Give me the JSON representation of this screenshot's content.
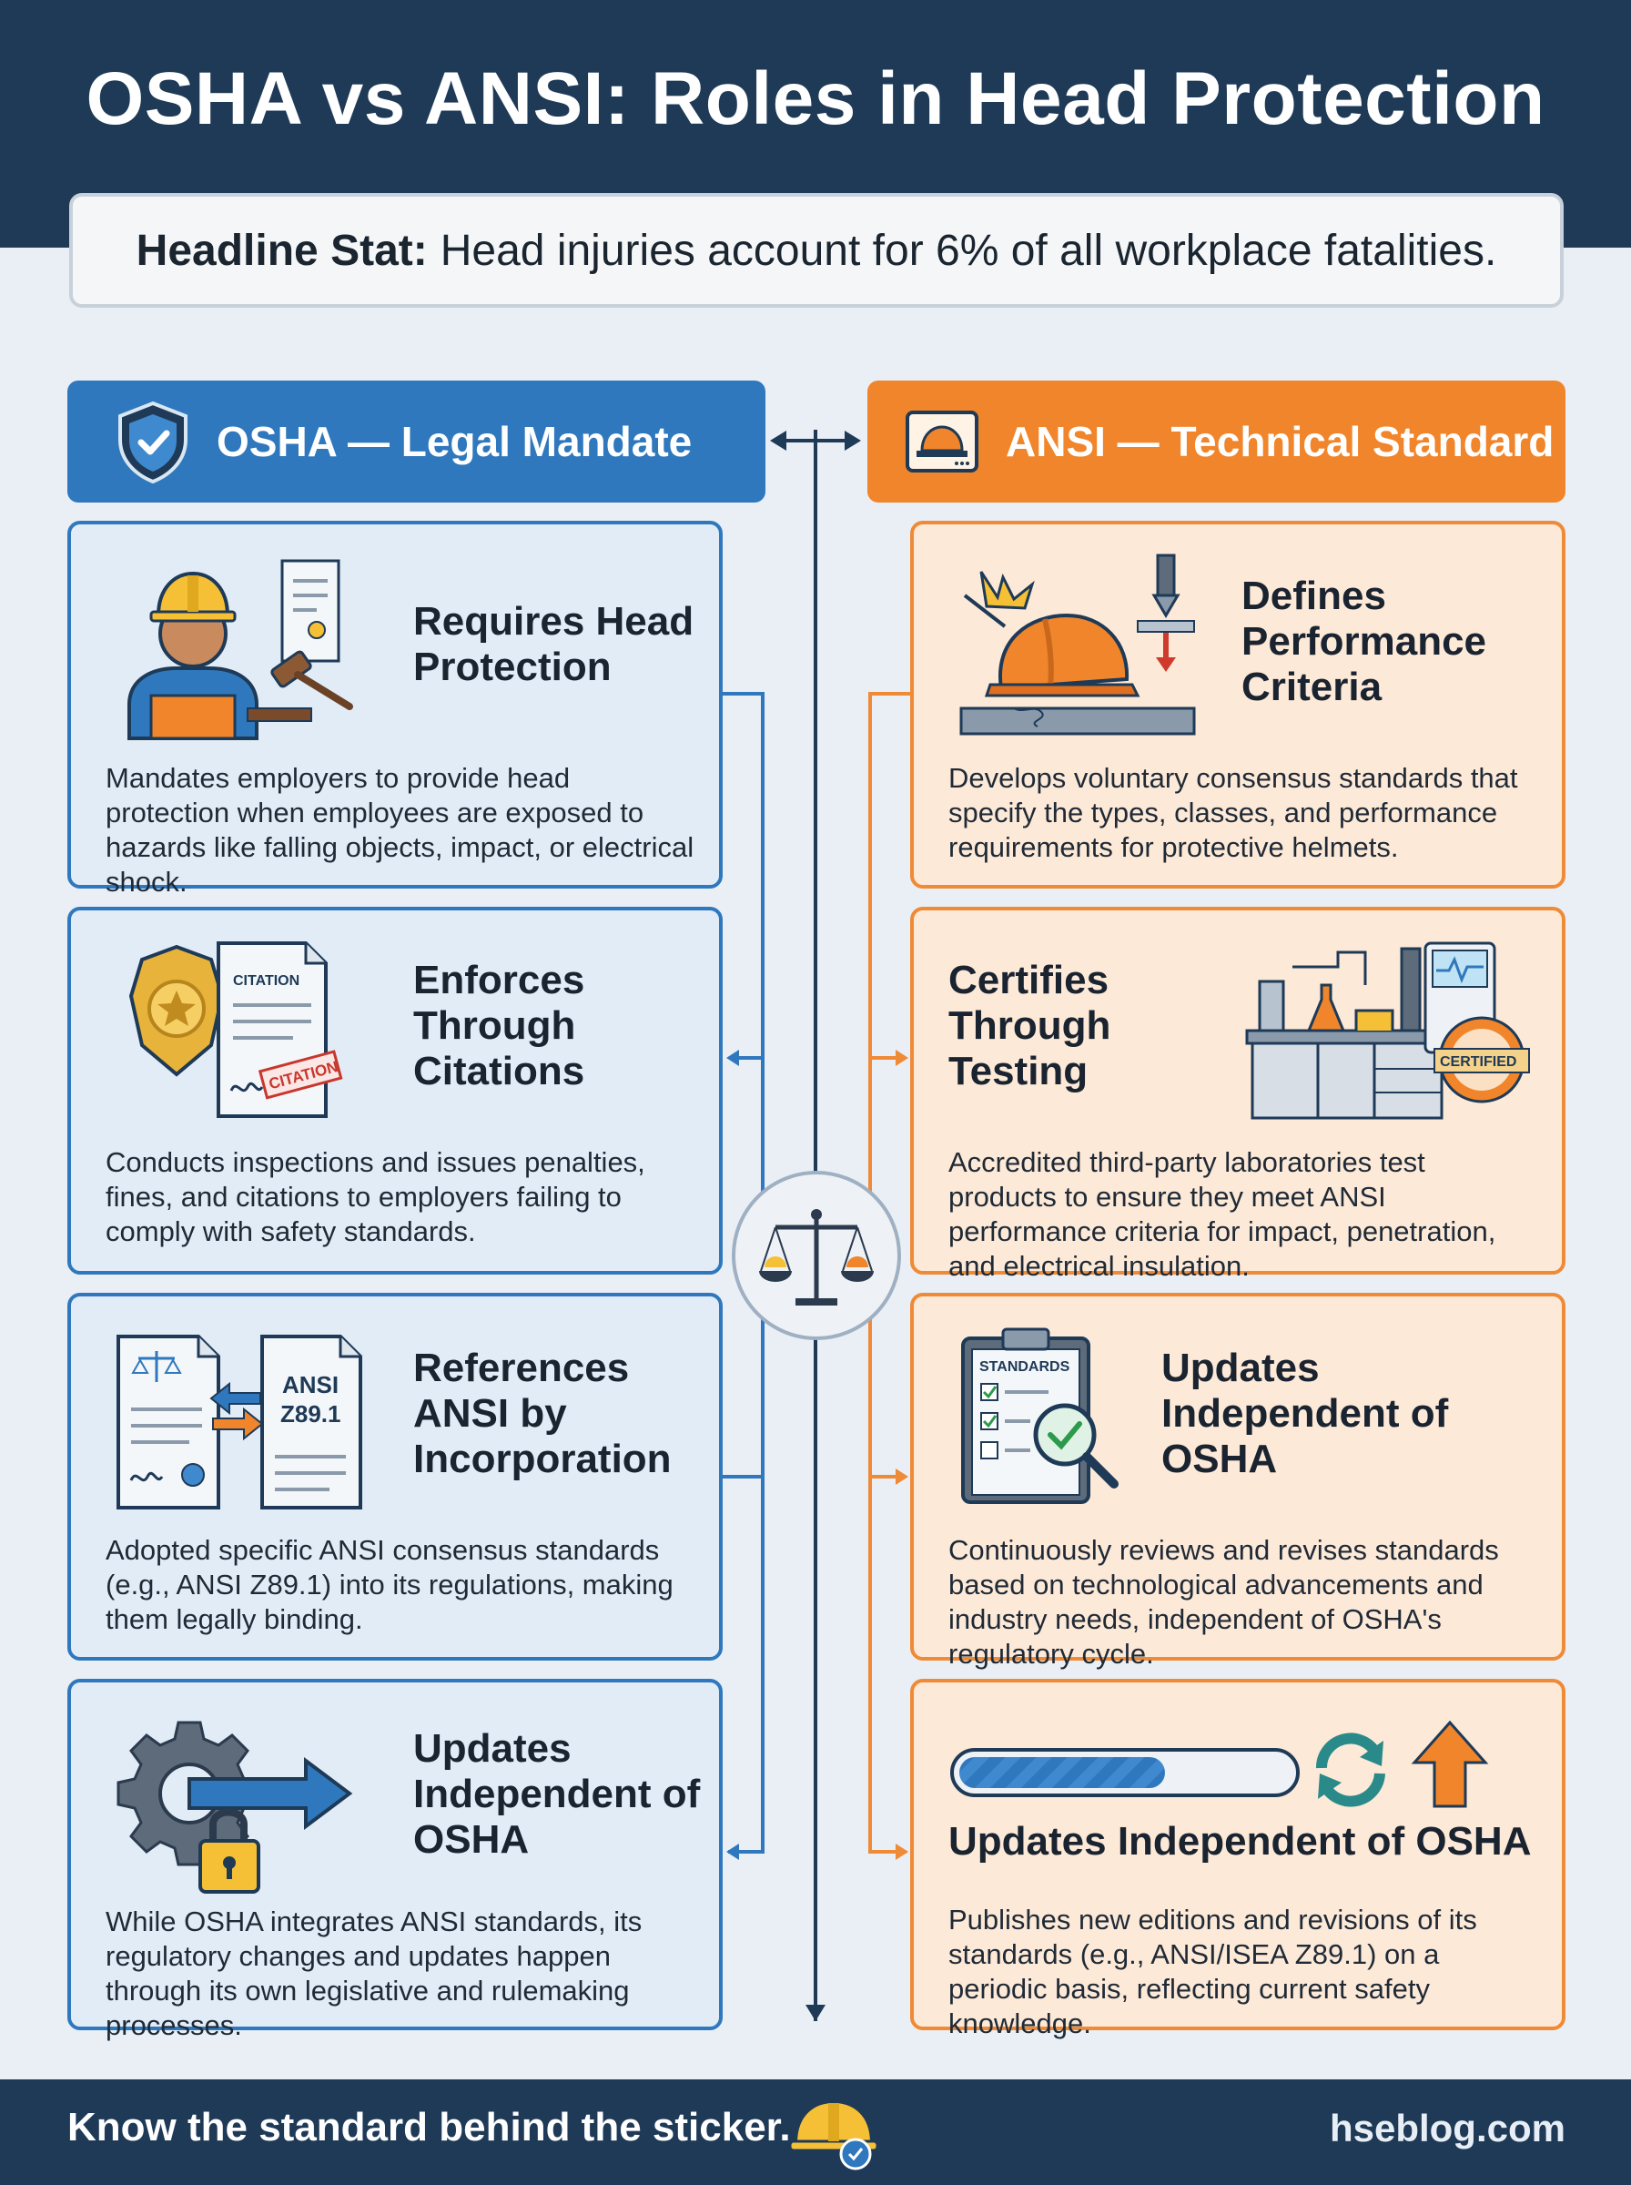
{
  "title": "OSHA vs ANSI: Roles in Head Protection",
  "headline": {
    "label": "Headline Stat:",
    "text": "Head injuries account for 6% of all workplace fatalities."
  },
  "osha": {
    "heading": "OSHA — Legal Mandate",
    "cards": [
      {
        "title": "Requires Head Protection",
        "desc": "Mandates employers to provide head protection when employees are exposed to hazards like falling objects, impact, or electrical shock."
      },
      {
        "title": "Enforces Through Citations",
        "desc": "Conducts inspections and issues penalties, fines, and citations to employers failing to comply with safety standards.",
        "citation_doc_label": "CITATION",
        "citation_stamp": "CITATION"
      },
      {
        "title": "References ANSI by Incorporation",
        "desc": "Adopted specific ANSI consensus standards (e.g., ANSI Z89.1) into its regulations, making them legally binding.",
        "doc_label_1": "ANSI",
        "doc_label_2": "Z89.1"
      },
      {
        "title": "Updates Independent of OSHA",
        "desc": "While OSHA integrates ANSI standards, its regulatory changes and updates happen through its own legislative and rulemaking processes."
      }
    ]
  },
  "ansi": {
    "heading": "ANSI — Technical Standard",
    "cards": [
      {
        "title": "Defines Performance Criteria",
        "desc": "Develops voluntary consensus standards that specify the types, classes, and performance requirements for protective helmets."
      },
      {
        "title": "Certifies Through Testing",
        "desc": "Accredited third-party laboratories test products to ensure they meet ANSI performance criteria for impact, penetration, and electrical insulation.",
        "seal_label": "CERTIFIED"
      },
      {
        "title": "Updates Independent of OSHA",
        "desc": "Continuously reviews and revises standards based on technological advancements and industry needs, independent of OSHA's regulatory cycle.",
        "clipboard_label": "STANDARDS"
      },
      {
        "title": "Updates Independent of OSHA",
        "desc": "Publishes new editions and revisions of its standards (e.g., ANSI/ISEA Z89.1) on a periodic basis, reflecting current safety knowledge.",
        "progress_fraction": 0.62
      }
    ]
  },
  "footer": {
    "tagline": "Know the standard behind the sticker.",
    "site": "hseblog.com"
  },
  "colors": {
    "navy": "#1e3a57",
    "osha_blue": "#2f78bd",
    "ansi_orange": "#f0852b",
    "background": "#e9eff5"
  }
}
